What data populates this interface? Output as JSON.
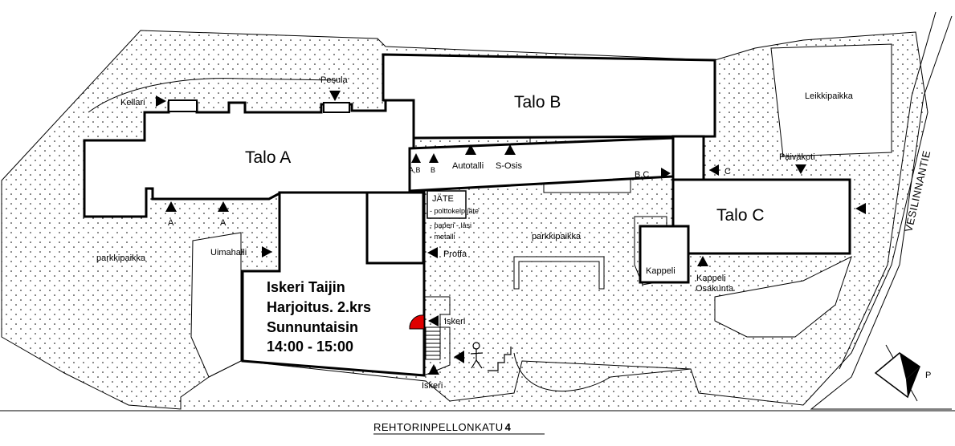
{
  "buildings": {
    "talo_a": "Talo A",
    "talo_b": "Talo B",
    "talo_c": "Talo C",
    "kappeli": "Kappeli"
  },
  "areas": {
    "leikkipaikka": "Leikkipaikka",
    "parkki_left": "parkkipaikka",
    "parkki_mid": "parkkipaikka"
  },
  "streets": {
    "vesilinnantie": "VESILINNANTIE",
    "rehtori": "REHTORINPELLONKATU",
    "rehtori_num": "4"
  },
  "entrances": {
    "kellari": "Kellari",
    "pesula": "Pesula",
    "a1": "A",
    "a2": "A",
    "ab": "A,B",
    "b": "B",
    "autotalli": "Autotalli",
    "sosis": "S-Osis",
    "bc": "B,C",
    "c": "C",
    "paivakoti": "Päiväkoti",
    "uimahalli": "Uimahalli",
    "proffa": "Proffa",
    "kappeli_osakunta_1": "Kappeli",
    "kappeli_osakunta_2": "Osakunta",
    "iskeri_top": "Iskeri",
    "iskeri_bottom": "Iskeri"
  },
  "jate": {
    "title": "JÄTE",
    "line1": "- polttokelp.jäte",
    "line2": "- paperi  - lasi",
    "line3": "- metalli"
  },
  "info": {
    "line1": "Iskeri Taijin",
    "line2": "Harjoitus. 2.krs",
    "line3": "Sunnuntaisin",
    "line4": "14:00 - 15:00"
  },
  "compass": "P",
  "colors": {
    "marker": "#e00000",
    "ink": "#000000",
    "paper": "#ffffff"
  }
}
